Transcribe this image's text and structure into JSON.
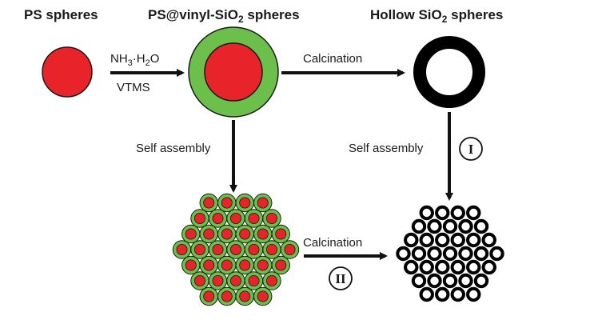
{
  "titles": {
    "ps_spheres": "PS spheres",
    "coated_prefix": "PS@vinyl-SiO",
    "coated_sub": "2",
    "coated_suffix": " spheres",
    "hollow_prefix": "Hollow SiO",
    "hollow_sub": "2",
    "hollow_suffix": " spheres"
  },
  "reagents": {
    "nh3_a": "NH",
    "nh3_sub": "3",
    "nh3_dot": "·H",
    "h2o_sub": "2",
    "h2o_o": "O",
    "vtms": "VTMS"
  },
  "steps": {
    "calcination_top": "Calcination",
    "calcination_bottom": "Calcination",
    "self_assembly_left": "Self assembly",
    "self_assembly_right": "Self assembly"
  },
  "markers": {
    "route_one": "I",
    "route_two": "II"
  },
  "colors": {
    "ps_red": "#e8242a",
    "shell_green": "#6cbf4a",
    "outline": "#1a1a1a",
    "hollow_black": "#000000"
  }
}
